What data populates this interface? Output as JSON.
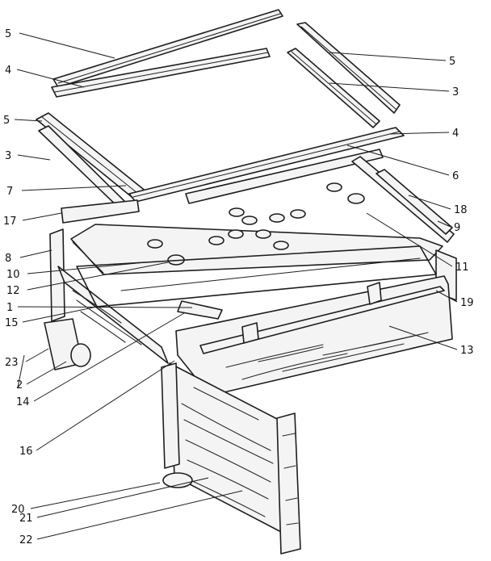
{
  "callouts": [
    {
      "id": "c5a",
      "text": "5"
    },
    {
      "id": "c4a",
      "text": "4"
    },
    {
      "id": "c5b",
      "text": "5"
    },
    {
      "id": "c3a",
      "text": "3"
    },
    {
      "id": "c7",
      "text": "7"
    },
    {
      "id": "c17",
      "text": "17"
    },
    {
      "id": "c8",
      "text": "8"
    },
    {
      "id": "c10",
      "text": "10"
    },
    {
      "id": "c12",
      "text": "12"
    },
    {
      "id": "c1",
      "text": "1"
    },
    {
      "id": "c15",
      "text": "15"
    },
    {
      "id": "c23",
      "text": "23"
    },
    {
      "id": "c2",
      "text": "2"
    },
    {
      "id": "c14",
      "text": "14"
    },
    {
      "id": "c16",
      "text": "16"
    },
    {
      "id": "c20",
      "text": "20"
    },
    {
      "id": "c21",
      "text": "21"
    },
    {
      "id": "c22",
      "text": "22"
    },
    {
      "id": "c5c",
      "text": "5"
    },
    {
      "id": "c3b",
      "text": "3"
    },
    {
      "id": "c4b",
      "text": "4"
    },
    {
      "id": "c6",
      "text": "6"
    },
    {
      "id": "c18",
      "text": "18"
    },
    {
      "id": "c9",
      "text": "9"
    },
    {
      "id": "c11",
      "text": "11"
    },
    {
      "id": "c19",
      "text": "19"
    },
    {
      "id": "c13",
      "text": "13"
    }
  ]
}
